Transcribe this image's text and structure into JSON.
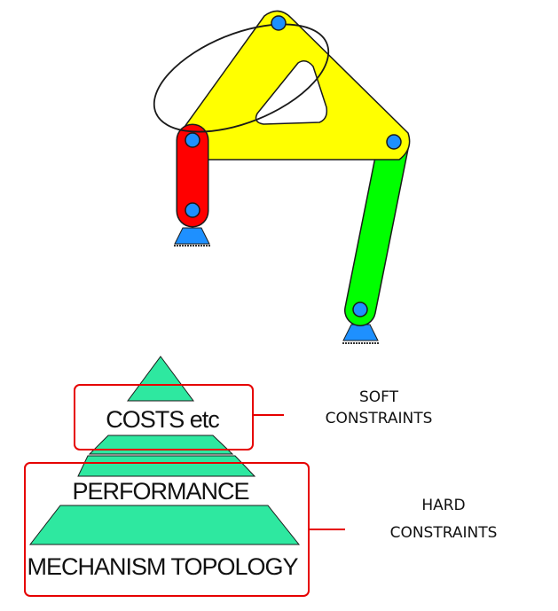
{
  "diagram": {
    "pyramid_levels": [
      {
        "label": "COSTS etc"
      },
      {
        "label": "PERFORMANCE"
      },
      {
        "label": "MECHANISM TOPOLOGY"
      }
    ],
    "groups": {
      "soft": {
        "line1": "SOFT",
        "line2": "CONSTRAINTS"
      },
      "hard": {
        "line1": "HARD",
        "line2": "CONSTRAINTS"
      }
    },
    "colors": {
      "coupler": "#ffff00",
      "crank": "#ff0000",
      "rocker": "#00ff00",
      "joint": "#1e90ff",
      "ground": "#1e90ff",
      "pyramid": "#2ee8a0",
      "frame": "#e60000"
    }
  }
}
